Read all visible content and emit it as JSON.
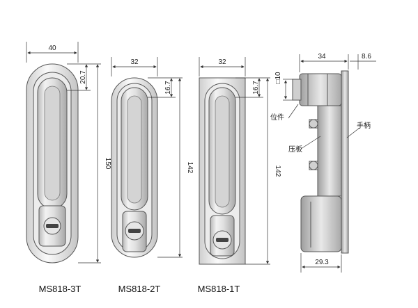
{
  "views": [
    {
      "model": "MS818-3T",
      "width": "40",
      "top_dim": "20.7",
      "height": "150"
    },
    {
      "model": "MS818-2T",
      "width": "32",
      "top_dim": "16.7",
      "height": "142"
    },
    {
      "model": "MS818-1T",
      "width": "32",
      "top_dim": "16.7",
      "height": "142"
    }
  ],
  "side_view": {
    "depth": "34",
    "flange": "8.6",
    "bottom": "29.3",
    "square": "□10",
    "label_position": "位件",
    "label_handle": "手柄",
    "label_plate": "压板"
  },
  "colors": {
    "stroke": "#333333",
    "metal_light": "#f4f4f4",
    "metal_mid": "#d8d8d8",
    "metal_dark": "#9a9a9a"
  }
}
